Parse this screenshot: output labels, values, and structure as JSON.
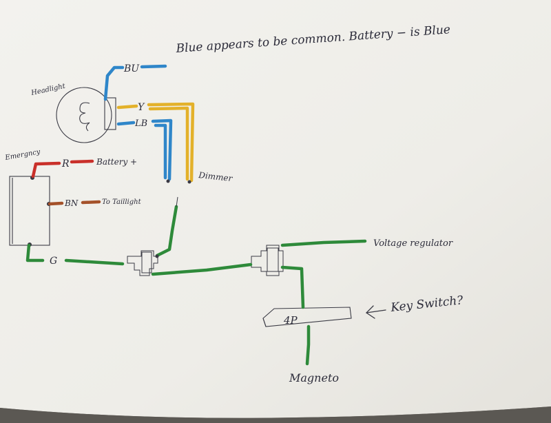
{
  "notes": {
    "top_note": "Blue appears to be common.  Battery − is Blue"
  },
  "labels": {
    "headlight": "Headlight",
    "emergency": "Emergncy",
    "bu": "BU",
    "y": "Y",
    "lb": "LB",
    "r": "R",
    "battery_plus": "Battery +",
    "bn": "BN",
    "to_taillight": "To Taillight",
    "g": "G",
    "dimmer": "Dimmer",
    "voltage_regulator": "Voltage regulator",
    "key_switch": "Key Switch?",
    "four_p": "4P",
    "magneto": "Magneto"
  },
  "colors": {
    "blue": "#2f86c9",
    "yellow": "#e3b12a",
    "red": "#c9302a",
    "brown": "#a4512a",
    "green": "#2e8a3a",
    "pencil": "#3a3a44",
    "paper": "#f1f0ec"
  }
}
